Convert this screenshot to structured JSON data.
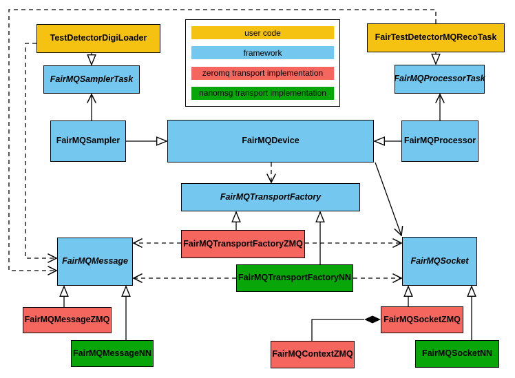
{
  "colors": {
    "user": "#f5c211",
    "framework": "#74c8ef",
    "zeromq": "#f5665f",
    "nanomsg": "#09a609"
  },
  "legend": {
    "items": [
      {
        "label": "user code",
        "color": "#f5c211"
      },
      {
        "label": "framework",
        "color": "#74c8ef"
      },
      {
        "label": "zeromq transport implementation",
        "color": "#f5665f"
      },
      {
        "label": "nanomsg transport implementation",
        "color": "#09a609"
      }
    ]
  },
  "nodes": {
    "digi_loader": {
      "label": "TestDetectorDigiLoader",
      "category": "user code",
      "abstract": false
    },
    "reco_task": {
      "label": "FairTestDetectorMQRecoTask",
      "category": "user code",
      "abstract": false
    },
    "sampler_task": {
      "label": "FairMQSamplerTask",
      "category": "framework",
      "abstract": true
    },
    "processor_task": {
      "label": "FairMQProcessorTask",
      "category": "framework",
      "abstract": true
    },
    "sampler": {
      "label": "FairMQSampler",
      "category": "framework",
      "abstract": false
    },
    "device": {
      "label": "FairMQDevice",
      "category": "framework",
      "abstract": false
    },
    "processor": {
      "label": "FairMQProcessor",
      "category": "framework",
      "abstract": false
    },
    "transport_factory": {
      "label": "FairMQTransportFactory",
      "category": "framework",
      "abstract": true
    },
    "transport_factory_zmq": {
      "label": "FairMQTransportFactoryZMQ",
      "category": "zeromq transport implementation",
      "abstract": false
    },
    "transport_factory_nn": {
      "label": "FairMQTransportFactoryNN",
      "category": "nanomsg transport implementation",
      "abstract": false
    },
    "message": {
      "label": "FairMQMessage",
      "category": "framework",
      "abstract": true
    },
    "socket": {
      "label": "FairMQSocket",
      "category": "framework",
      "abstract": true
    },
    "message_zmq": {
      "label": "FairMQMessageZMQ",
      "category": "zeromq transport implementation",
      "abstract": false
    },
    "message_nn": {
      "label": "FairMQMessageNN",
      "category": "nanomsg transport implementation",
      "abstract": false
    },
    "socket_zmq": {
      "label": "FairMQSocketZMQ",
      "category": "zeromq transport implementation",
      "abstract": false
    },
    "socket_nn": {
      "label": "FairMQSocketNN",
      "category": "nanomsg transport implementation",
      "abstract": false
    },
    "context_zmq": {
      "label": "FairMQContextZMQ",
      "category": "zeromq transport implementation",
      "abstract": false
    }
  },
  "edges": [
    {
      "from": "TestDetectorDigiLoader",
      "to": "FairMQSamplerTask",
      "type": "inheritance",
      "line": "solid"
    },
    {
      "from": "FairTestDetectorMQRecoTask",
      "to": "FairMQProcessorTask",
      "type": "inheritance",
      "line": "solid"
    },
    {
      "from": "FairMQSampler",
      "to": "FairMQDevice",
      "type": "inheritance",
      "line": "solid"
    },
    {
      "from": "FairMQProcessor",
      "to": "FairMQDevice",
      "type": "inheritance",
      "line": "solid"
    },
    {
      "from": "FairMQTransportFactoryZMQ",
      "to": "FairMQTransportFactory",
      "type": "inheritance",
      "line": "solid"
    },
    {
      "from": "FairMQTransportFactoryNN",
      "to": "FairMQTransportFactory",
      "type": "inheritance",
      "line": "solid"
    },
    {
      "from": "FairMQMessageZMQ",
      "to": "FairMQMessage",
      "type": "inheritance",
      "line": "solid"
    },
    {
      "from": "FairMQMessageNN",
      "to": "FairMQMessage",
      "type": "inheritance",
      "line": "solid"
    },
    {
      "from": "FairMQSocketZMQ",
      "to": "FairMQSocket",
      "type": "inheritance",
      "line": "solid"
    },
    {
      "from": "FairMQSocketNN",
      "to": "FairMQSocket",
      "type": "inheritance",
      "line": "solid"
    },
    {
      "from": "FairMQSampler",
      "to": "FairMQSamplerTask",
      "type": "association",
      "line": "solid"
    },
    {
      "from": "FairMQProcessor",
      "to": "FairMQProcessorTask",
      "type": "association",
      "line": "solid"
    },
    {
      "from": "FairMQDevice",
      "to": "FairMQSocket",
      "type": "association",
      "line": "solid"
    },
    {
      "from": "FairMQDevice",
      "to": "FairMQTransportFactory",
      "type": "dependency",
      "line": "dashed"
    },
    {
      "from": "FairMQTransportFactoryZMQ",
      "to": "FairMQMessage",
      "type": "dependency",
      "line": "dashed"
    },
    {
      "from": "FairMQTransportFactoryZMQ",
      "to": "FairMQSocket",
      "type": "dependency",
      "line": "dashed"
    },
    {
      "from": "FairMQTransportFactoryNN",
      "to": "FairMQMessage",
      "type": "dependency",
      "line": "dashed"
    },
    {
      "from": "FairMQTransportFactoryNN",
      "to": "FairMQSocket",
      "type": "dependency",
      "line": "dashed"
    },
    {
      "from": "TestDetectorDigiLoader",
      "to": "FairMQMessage",
      "type": "dependency",
      "line": "dashed"
    },
    {
      "from": "FairTestDetectorMQRecoTask",
      "to": "FairMQMessage",
      "type": "dependency",
      "line": "dashed"
    },
    {
      "from": "FairMQSocketZMQ",
      "to": "FairMQContextZMQ",
      "type": "composition",
      "line": "solid"
    }
  ]
}
